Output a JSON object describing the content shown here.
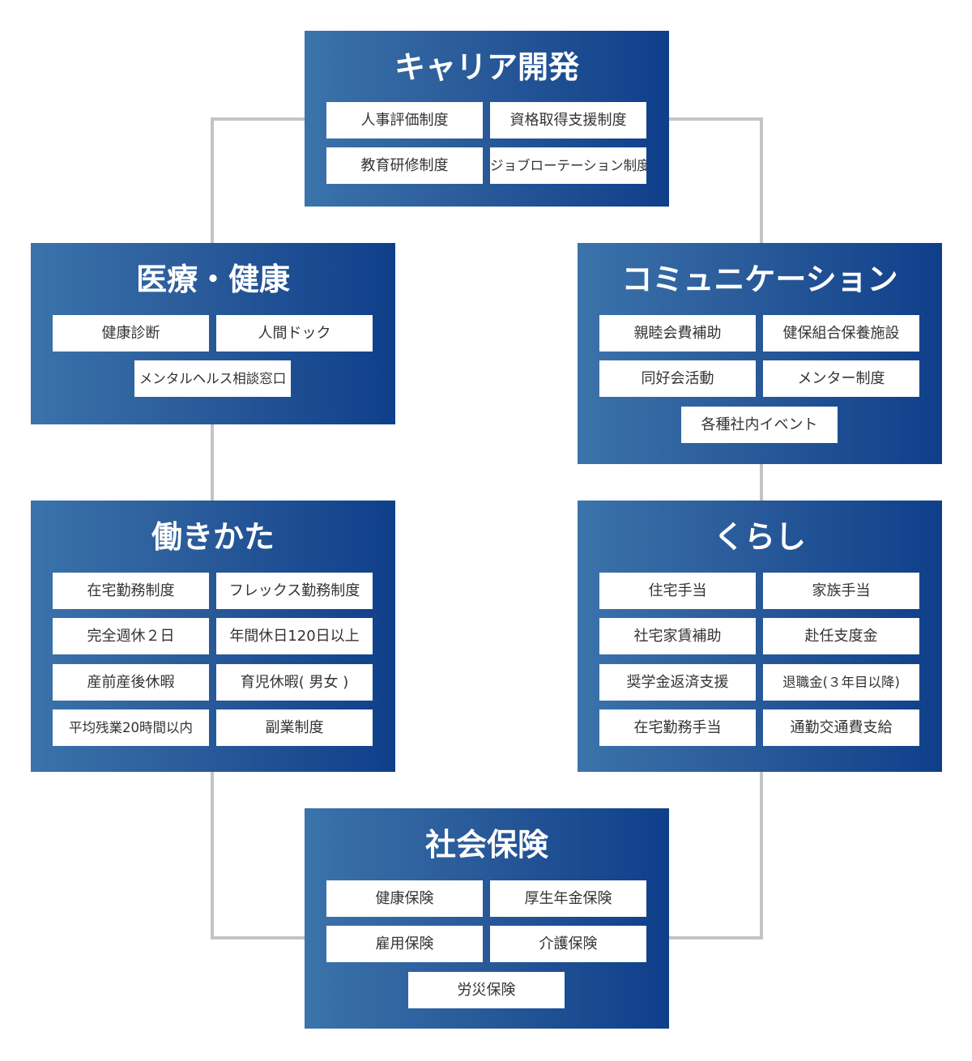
{
  "categories": {
    "career": {
      "title": "キャリア開発",
      "items": [
        "人事評価制度",
        "資格取得支援制度",
        "教育研修制度",
        "ジョブローテーション制度"
      ]
    },
    "health": {
      "title": "医療・健康",
      "items": [
        "健康診断",
        "人間ドック",
        "メンタルヘルス相談窓口"
      ]
    },
    "communication": {
      "title": "コミュニケーション",
      "items": [
        "親睦会費補助",
        "健保組合保養施設",
        "同好会活動",
        "メンター制度",
        "各種社内イベント"
      ]
    },
    "workstyle": {
      "title": "働きかた",
      "items": [
        "在宅勤務制度",
        "フレックス勤務制度",
        "完全週休２日",
        "年間休日120日以上",
        "産前産後休暇",
        "育児休暇( 男女 )",
        "平均残業20時間以内",
        "副業制度"
      ]
    },
    "living": {
      "title": "くらし",
      "items": [
        "住宅手当",
        "家族手当",
        "社宅家賃補助",
        "赴任支度金",
        "奨学金返済支援",
        "退職金(３年目以降)",
        "在宅勤務手当",
        "通勤交通費支給"
      ]
    },
    "insurance": {
      "title": "社会保険",
      "items": [
        "健康保険",
        "厚生年金保険",
        "雇用保険",
        "介護保険",
        "労災保険"
      ]
    }
  },
  "colors": {
    "panel_gradient_start": "#3b73ab",
    "panel_gradient_end": "#0f3f8a",
    "connector": "#c4c4c4",
    "pill_text": "#333333"
  }
}
